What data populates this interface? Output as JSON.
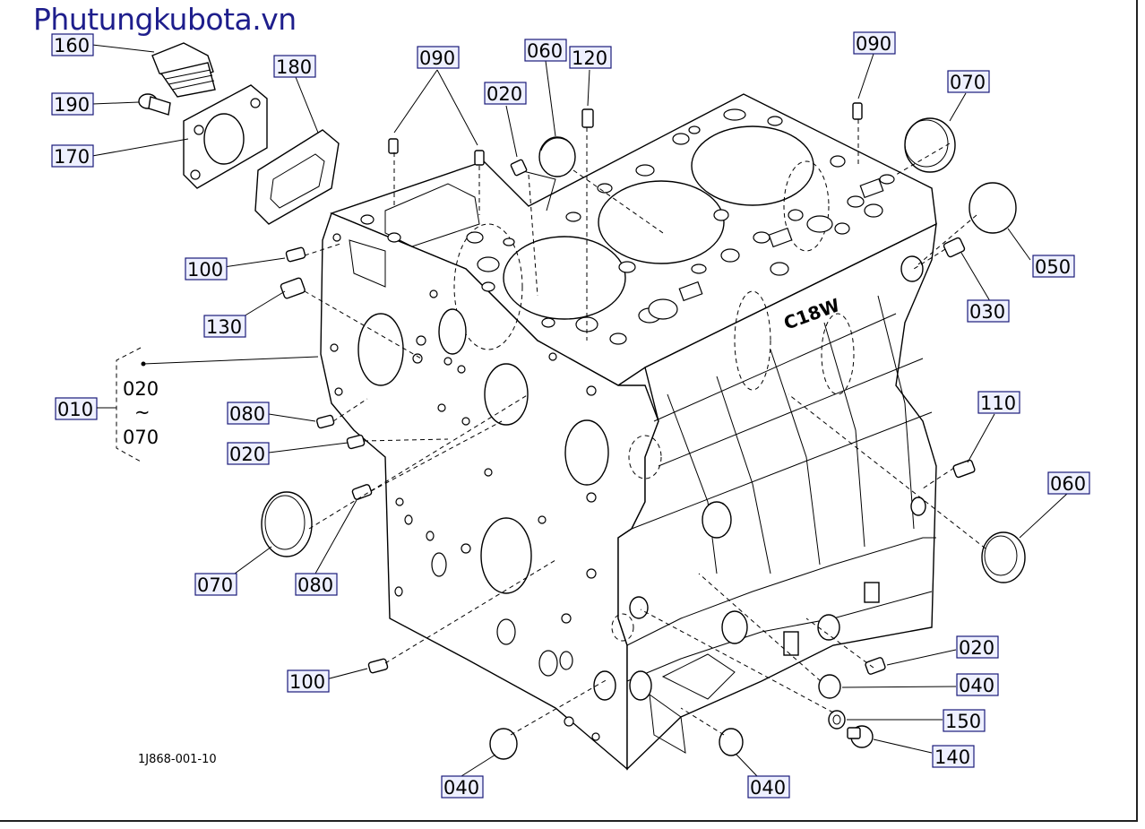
{
  "site_title": "Phutungkubota.vn",
  "drawing_number": "1J868-001-10",
  "group_label": {
    "code": "010",
    "from": "020",
    "tilde": "~",
    "to": "070"
  },
  "casting_mark": "C18W",
  "labels": [
    "160",
    "190",
    "170",
    "180",
    "090",
    "060",
    "120",
    "020",
    "090",
    "070",
    "050",
    "030",
    "100",
    "130",
    "080",
    "020",
    "070",
    "080",
    "100",
    "110",
    "060",
    "020",
    "040",
    "150",
    "140",
    "040",
    "040"
  ]
}
